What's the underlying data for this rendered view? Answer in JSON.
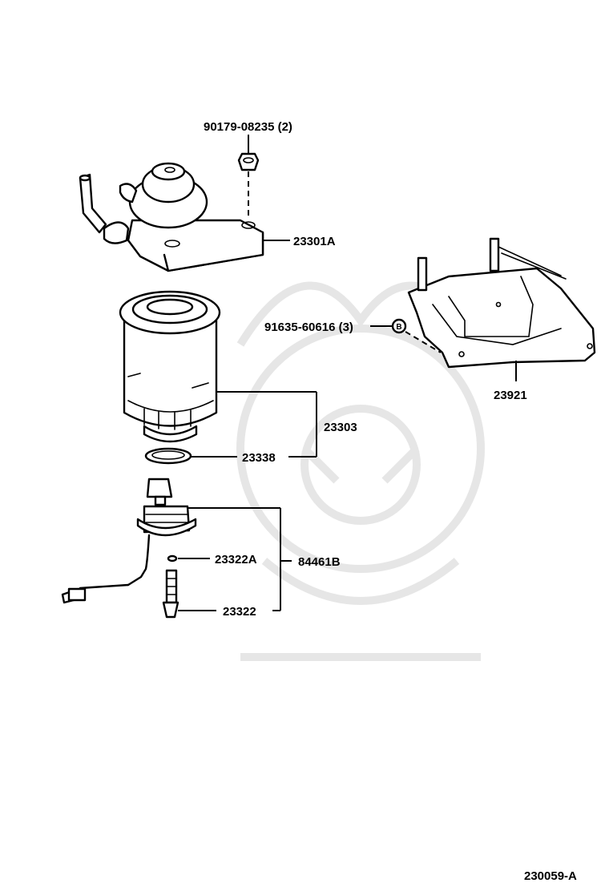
{
  "parts": {
    "nut": "90179-08235 (2)",
    "filter_head": "23301A",
    "bolt": "91635-60616 (3)",
    "bolt_marker": "B",
    "bracket": "23921",
    "filter_assy": "23303",
    "o_ring": "23338",
    "sensor_o_ring": "23322A",
    "sensor_assy": "84461B",
    "sensor": "23322"
  },
  "diagram_code": "230059-A"
}
